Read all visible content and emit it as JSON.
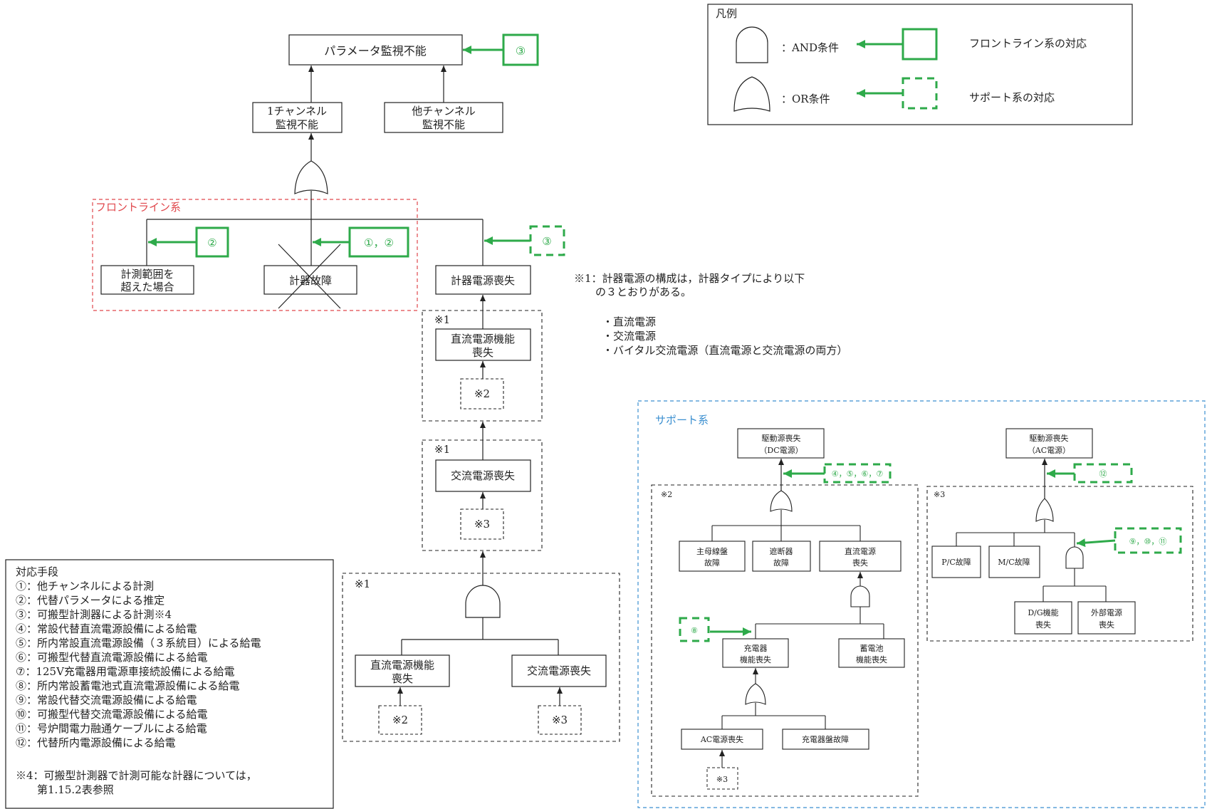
{
  "top_event": "パラメータ監視不能",
  "top_response": "③",
  "channel1": [
    "1チャンネル",
    "監視不能"
  ],
  "channel_other": [
    "他チャンネル",
    "監視不能"
  ],
  "frontline_label": "フロントライン系",
  "over_range": [
    "計測範囲を",
    "超えた場合"
  ],
  "instrument_failure": "計器故障",
  "instrument_power_loss": "計器電源喪失",
  "resp_over_range": "②",
  "resp_failure": "①，②",
  "resp_power": "③",
  "note_mark": "※1",
  "dc_loss": [
    "直流電源機能",
    "喪失"
  ],
  "ac_loss": "交流電源喪失",
  "ref2": "※2",
  "ref3": "※3",
  "note1": {
    "lines": [
      "※1：計器電源の構成は，計器タイプにより以下",
      "　　の３とおりがある。",
      "",
      "・直流電源",
      "・交流電源",
      "・バイタル交流電源（直流電源と交流電源の両方）"
    ]
  },
  "legend": {
    "title": "凡例",
    "and_label": "：AND条件",
    "or_label": "：OR条件",
    "frontline_resp": "フロントライン系の対応",
    "support_resp": "サポート系の対応"
  },
  "support": {
    "label": "サポート系",
    "dc_top": [
      "駆動源喪失",
      "（DC電源）"
    ],
    "dc_resp": "④，⑤，⑥，⑦",
    "ac_top": [
      "駆動源喪失",
      "（AC電源）"
    ],
    "ac_resp": "⑫",
    "mark2": "※2",
    "mark3": "※3",
    "main_bus": [
      "主母線盤",
      "故障"
    ],
    "breaker": [
      "遮断器",
      "故障"
    ],
    "dc_power_loss": [
      "直流電源",
      "喪失"
    ],
    "charger_loss": [
      "充電器",
      "機能喪失"
    ],
    "battery_loss": [
      "蓄電池",
      "機能喪失"
    ],
    "resp8": "⑧",
    "ac_power_loss": "AC電源喪失",
    "charger_panel": "充電器盤故障",
    "ref3": "※3",
    "pc": "P/C故障",
    "mc": "M/C故障",
    "resp9": "⑨，⑩，⑪",
    "dg": [
      "D/G機能",
      "喪失"
    ],
    "offsite": [
      "外部電源",
      "喪失"
    ]
  },
  "measures": {
    "title": "対応手段",
    "items": [
      "①：他チャンネルによる計測",
      "②：代替パラメータによる推定",
      "③：可搬型計測器による計測※4",
      "④：常設代替直流電源設備による給電",
      "⑤：所内常設直流電源設備（３系統目）による給電",
      "⑥：可搬型代替直流電源設備による給電",
      "⑦：125V充電器用電源車接続設備による給電",
      "⑧：所内常設蓄電池式直流電源設備による給電",
      "⑨：常設代替交流電源設備による給電",
      "⑩：可搬型代替交流電源設備による給電",
      "⑪：号炉間電力融通ケーブルによる給電",
      "⑫：代替所内電源設備による給電"
    ],
    "note4": [
      "※4：可搬型計測器で計測可能な計器については，",
      "　　第1.15.2表参照"
    ]
  },
  "colors": {
    "green": "#2eaa4a",
    "red": "#e0474c",
    "blue": "#3b8fd0",
    "line": "#222222"
  }
}
